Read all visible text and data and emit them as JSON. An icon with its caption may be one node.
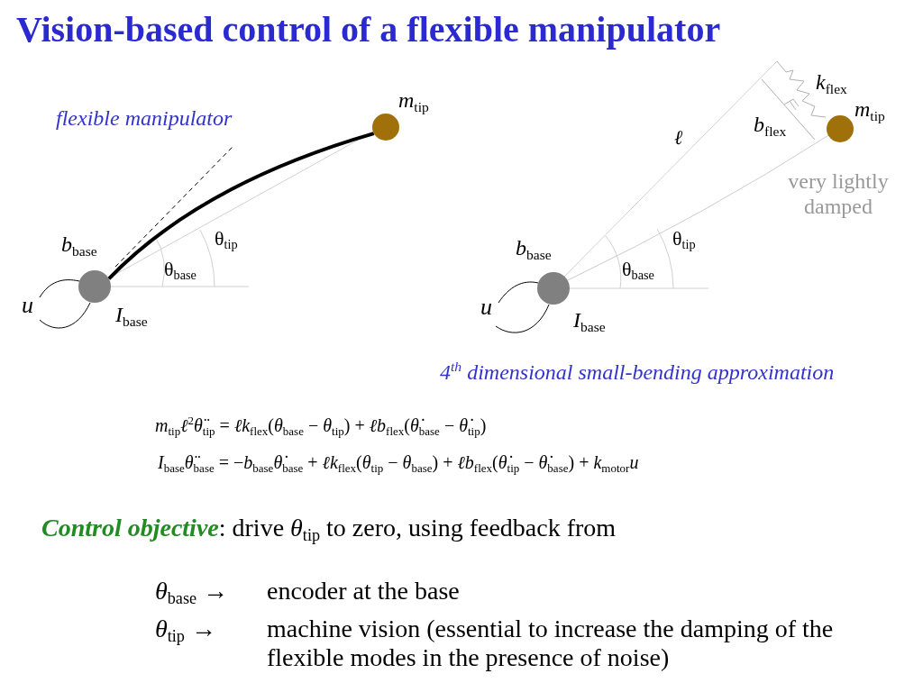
{
  "diagram": {
    "title": "Vision-based control of a flexible manipulator",
    "nodes": [
      {
        "text": [],
        "shape": "circle",
        "beside": [
          "*b*$_{base}$",
          "*I*$_{base}$"
        ]
      },
      {
        "text": [],
        "shape": "circle",
        "beside": [
          "*m*$_{tip}$"
        ]
      },
      {
        "text": [],
        "shape": "circle",
        "beside": [
          "*b*$_{base}$",
          "*I*$_{base}$"
        ]
      },
      {
        "text": [],
        "shape": "circle",
        "beside": [
          "*m*$_{tip}$"
        ]
      }
    ],
    "edges": [
      {
        "from": 0,
        "to": 1,
        "arrow": "none",
        "style": "thick"
      },
      {
        "from": 2,
        "to": 3,
        "arrow": "none",
        "color": "#cccccc"
      }
    ],
    "labels": [
      "flexible manipulator",
      "θ$_{tip}$",
      "θ$_{base}$",
      "u",
      "*k*$_{flex}$",
      "*b*$_{flex}$",
      "ℓ",
      "very lightly damped",
      "θ$_{tip}$",
      "θ$_{base}$",
      "u",
      "4$^{th}$ dimensional small-bending approximation",
      "*m*$_{tip}$*ℓ*$^{2}$*θ̈*$_{tip}$ = *ℓk*$_{flex}$(*θ*$_{base}$ − *θ*$_{tip}$) + *ℓb*$_{flex}$(*θ̇*$_{base}$ − *θ̇*$_{tip}$)",
      "*I*$_{base}$*θ̈*$_{base}$ = −*b*$_{base}$*θ̇*$_{base}$ + *ℓk*$_{flex}$(*θ*$_{tip}$ − *θ*$_{base}$) + *ℓb*$_{flex}$(*θ̇*$_{tip}$ − *θ̇*$_{base}$) + *k*$_{motor}$*u*",
      "**Control objective**: drive *θ*$_{tip}$ to zero, using feedback from",
      "*θ*$_{base}$ →",
      "encoder at the base",
      "*θ*$_{tip}$ →",
      "machine vision (essential to increase the damping of the flexible modes in the presence of noise)"
    ]
  }
}
